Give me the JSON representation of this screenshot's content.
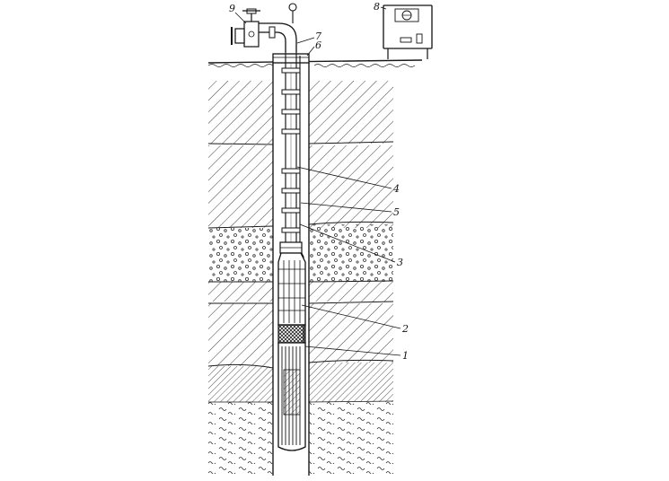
{
  "labels": {
    "pump": "1",
    "intake": "2",
    "check_valve": "3",
    "riser_pipe": "4",
    "power_cable": "5",
    "wellhead": "6",
    "elbow": "7",
    "control_station": "8",
    "gate_valve": "9"
  }
}
